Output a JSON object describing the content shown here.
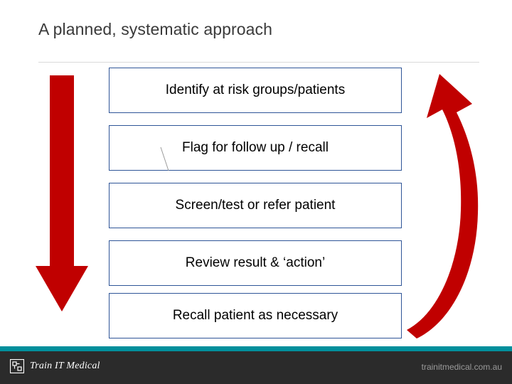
{
  "slide": {
    "title": "A planned, systematic approach",
    "steps": [
      {
        "label": "Identify at risk groups/patients"
      },
      {
        "label": "Flag for follow up / recall"
      },
      {
        "label": "Screen/test or refer patient"
      },
      {
        "label": "Review result & ‘action’"
      },
      {
        "label": "Recall patient as necessary"
      }
    ],
    "arrows": {
      "left": "down-arrow",
      "right": "curved-up-arrow",
      "color": "#c00000"
    },
    "colors": {
      "title": "#3a3a3a",
      "box_border": "#2f5597",
      "arrow_red": "#c00000",
      "footer_bar": "#2b2b2b",
      "footer_accent": "#008f9c"
    }
  },
  "footer": {
    "brand": "Train IT Medical",
    "url": "trainitmedical.com.au",
    "logo_icon": "train-it-medical-logo-icon"
  }
}
